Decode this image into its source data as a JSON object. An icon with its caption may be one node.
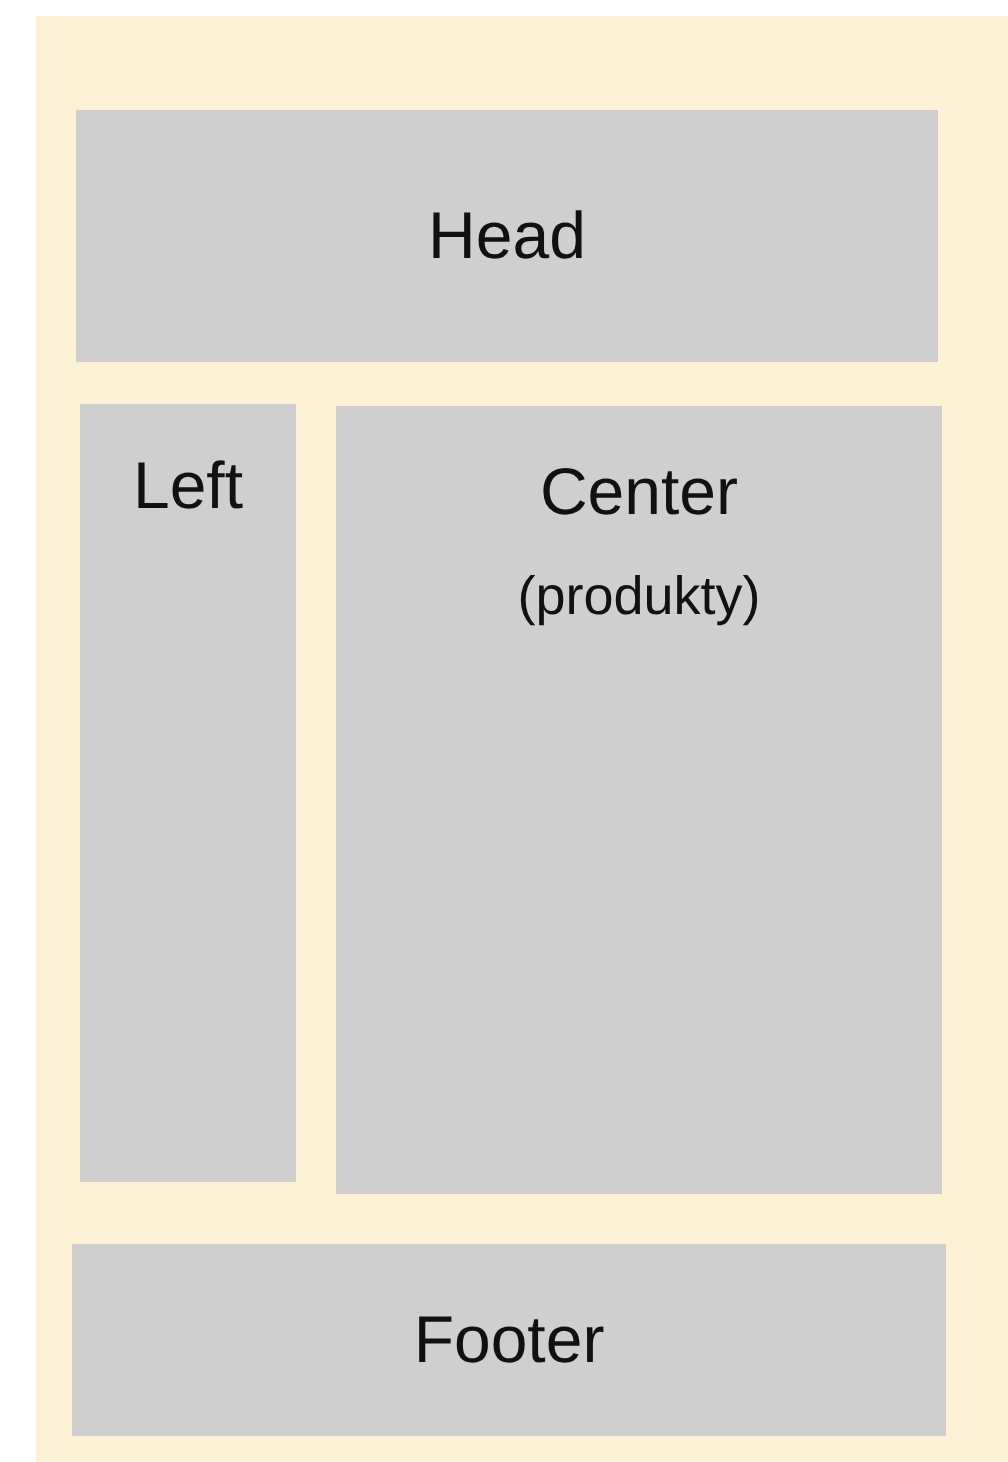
{
  "diagram": {
    "nodes": [
      {
        "text": [],
        "shape": "box"
      },
      {
        "text": [
          "Head"
        ],
        "in": 0
      },
      {
        "text": [
          "Left"
        ],
        "in": 0
      },
      {
        "text": [
          "Center",
          "(produkty)"
        ],
        "in": 0
      },
      {
        "text": [
          "Footer"
        ],
        "in": 0
      }
    ]
  }
}
